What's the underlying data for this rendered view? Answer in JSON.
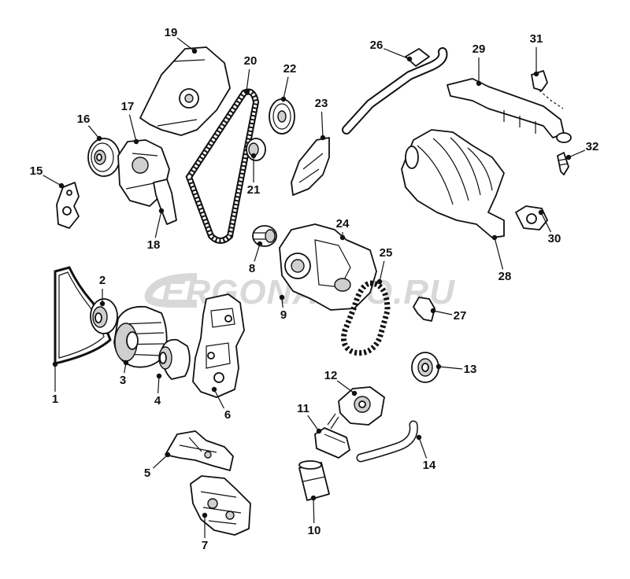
{
  "watermark": "ERGONAUTO.RU",
  "callouts": [
    {
      "label": "1"
    },
    {
      "label": "2"
    },
    {
      "label": "3"
    },
    {
      "label": "4"
    },
    {
      "label": "5"
    },
    {
      "label": "6"
    },
    {
      "label": "7"
    },
    {
      "label": "8"
    },
    {
      "label": "9"
    },
    {
      "label": "10"
    },
    {
      "label": "11"
    },
    {
      "label": "12"
    },
    {
      "label": "13"
    },
    {
      "label": "14"
    },
    {
      "label": "15"
    },
    {
      "label": "16"
    },
    {
      "label": "17"
    },
    {
      "label": "18"
    },
    {
      "label": "19"
    },
    {
      "label": "20"
    },
    {
      "label": "21"
    },
    {
      "label": "22"
    },
    {
      "label": "23"
    },
    {
      "label": "24"
    },
    {
      "label": "25"
    },
    {
      "label": "26"
    },
    {
      "label": "27"
    },
    {
      "label": "28"
    },
    {
      "label": "29"
    },
    {
      "label": "30"
    },
    {
      "label": "31"
    },
    {
      "label": "32"
    }
  ]
}
